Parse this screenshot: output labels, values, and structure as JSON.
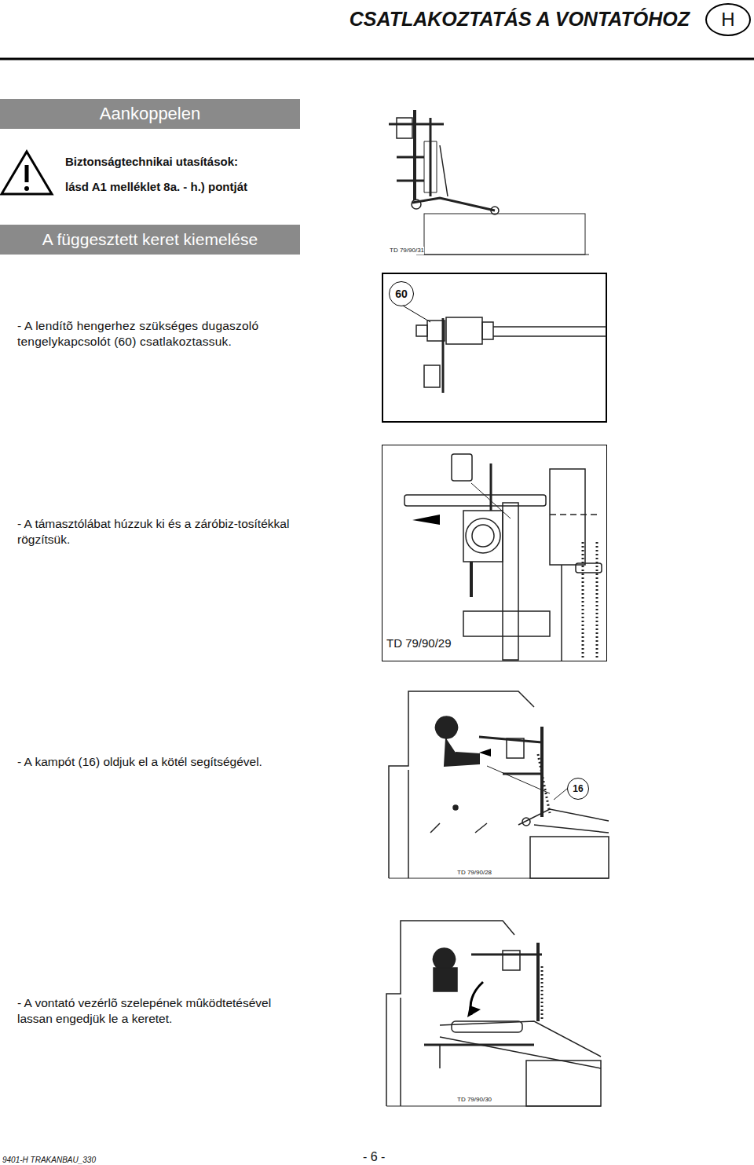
{
  "diagram": {
    "title": "CSATLAKOZTATÁS A VONTATÓHOZ",
    "nodes": [
      {
        "text": [
          "H"
        ]
      },
      {
        "text": [
          "Aankoppelen"
        ]
      },
      {
        "text": [
          "A függesztett keret kiemelése"
        ]
      },
      {
        "text": [
          "60"
        ]
      },
      {
        "text": [
          "TD 79/90/29"
        ]
      },
      {
        "text": [
          "16"
        ]
      }
    ],
    "labels": [
      "Biztonságtechnikai utasítások:",
      "lásd A1 melléklet 8a. - h.) pontját",
      "TD 79/90/31",
      "- A lendítõ hengerhez szükséges dugaszoló tengelykapcsolót (60) csatlakoztassuk.",
      "- A támasztólábat húzzuk ki és a záróbiz-tosítékkal rögzítsük.",
      "- A kampót (16) oldjuk el a kötél segítségével.",
      "TD 79/90/28",
      "- A vontató vezérlõ szelepének mûködtetésével lassan engedjük le a keretet.",
      "TD 79/90/30",
      "9401-H TRAKANBAU_330",
      "- 6 -"
    ]
  }
}
